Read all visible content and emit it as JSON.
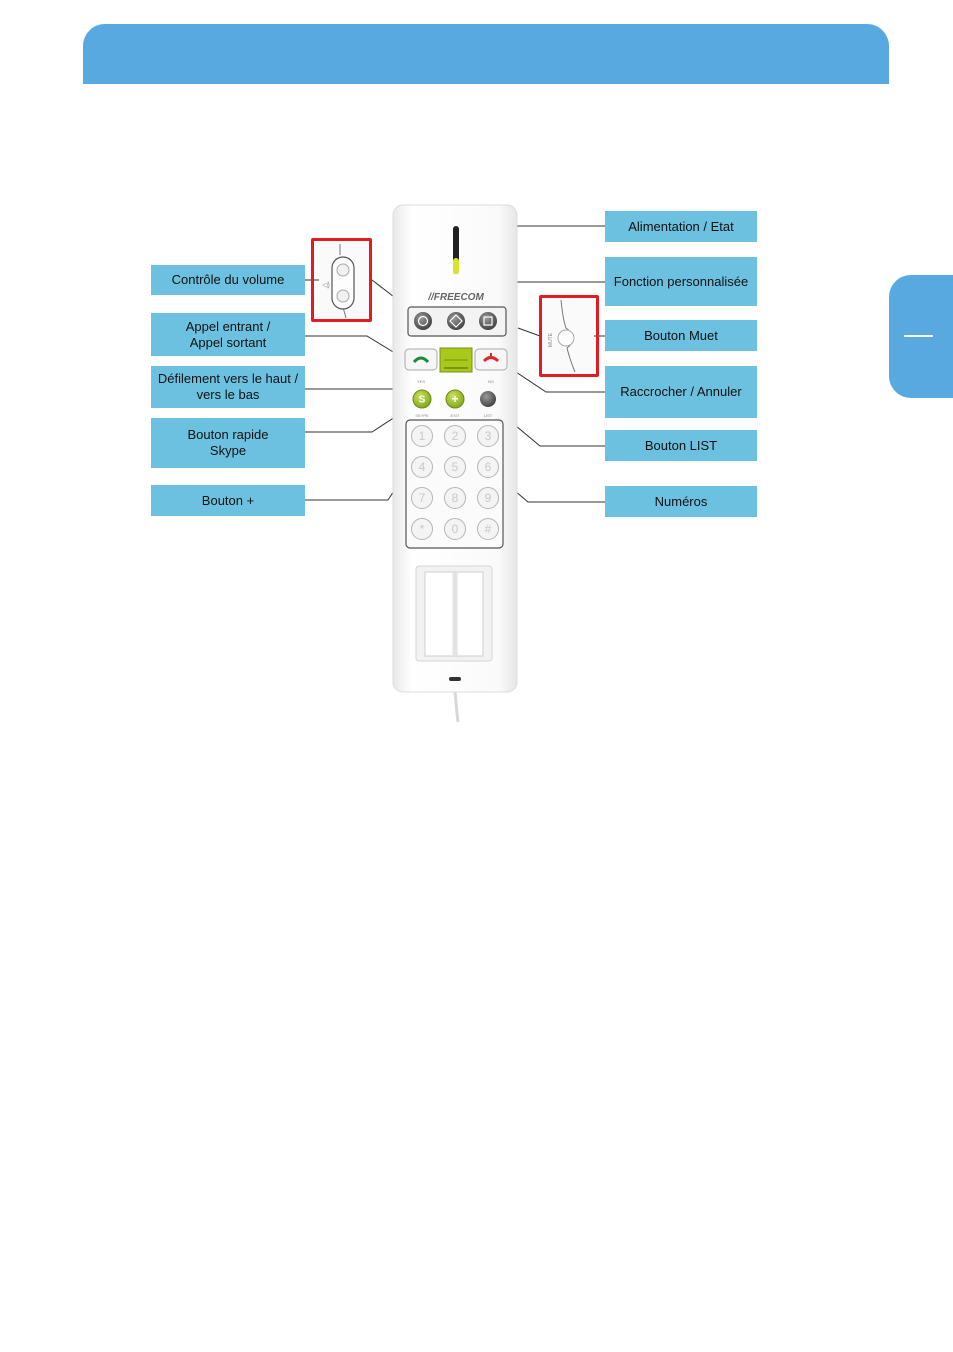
{
  "colors": {
    "accent": "#57a9e0",
    "callout_fill": "#6cc1e0",
    "highlight": "#e31b23",
    "green_button": "#8ebf1f",
    "call_green": "#1a8a3a",
    "hangup_red": "#e0262b",
    "scroll_green": "#a8c81a"
  },
  "device": {
    "brand": "//FREECOM",
    "keys": [
      "1",
      "2",
      "3",
      "4",
      "5",
      "6",
      "7",
      "8",
      "9",
      "*",
      "0",
      "#"
    ],
    "icons": [
      "power-status-led",
      "volume-rocker",
      "call-answer-icon",
      "call-hangup-icon",
      "skype-icon",
      "plus-icon",
      "list-button",
      "mute-button"
    ]
  },
  "callouts": {
    "volume": "Contrôle du volume",
    "call_in_out": "Appel entrant /\nAppel sortant",
    "scroll": "Défilement vers le haut /\nvers le bas",
    "skype": "Bouton rapide\nSkype",
    "plus": "Bouton +",
    "power": "Alimentation / Etat",
    "custom": "Fonction personnalisée",
    "mute": "Bouton Muet",
    "hangup": "Raccrocher / Annuler",
    "list": "Bouton LIST",
    "numbers": "Numéros"
  }
}
